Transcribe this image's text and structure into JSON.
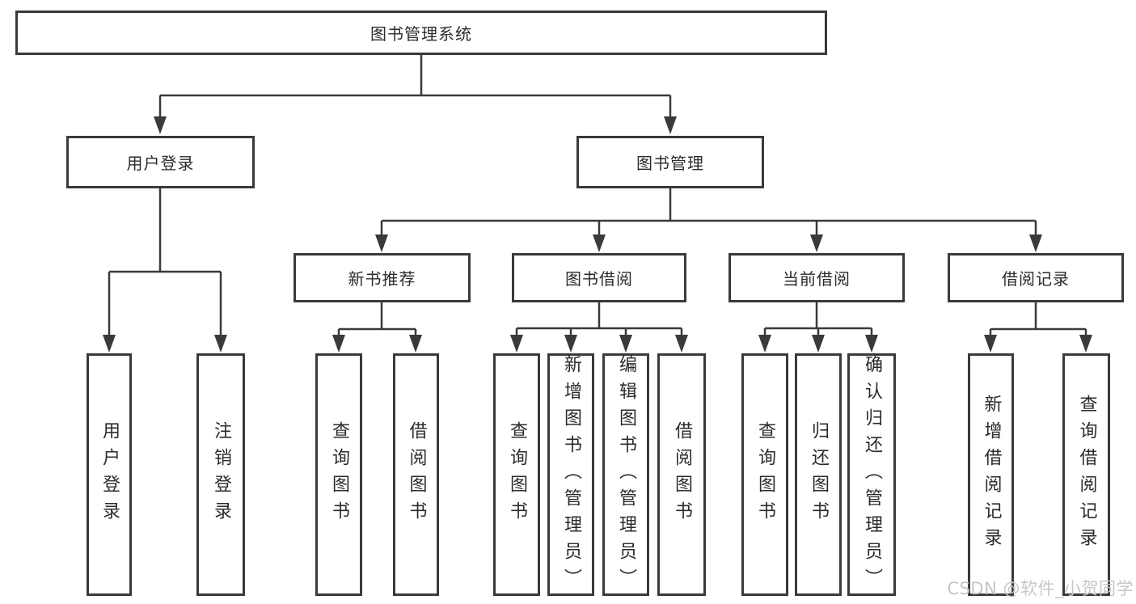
{
  "diagram_title": "图书管理系统",
  "tree": {
    "label": "图书管理系统",
    "children": [
      {
        "label": "用户登录",
        "children": [
          {
            "label": "用户登录"
          },
          {
            "label": "注销登录"
          }
        ]
      },
      {
        "label": "图书管理",
        "children": [
          {
            "label": "新书推荐",
            "children": [
              {
                "label": "查询图书"
              },
              {
                "label": "借阅图书"
              }
            ]
          },
          {
            "label": "图书借阅",
            "children": [
              {
                "label": "查询图书"
              },
              {
                "label": "新增图书（管理员）"
              },
              {
                "label": "编辑图书（管理员）"
              },
              {
                "label": "借阅图书"
              }
            ]
          },
          {
            "label": "当前借阅",
            "children": [
              {
                "label": "查询图书"
              },
              {
                "label": "归还图书"
              },
              {
                "label": "确认归还（管理员）"
              }
            ]
          },
          {
            "label": "借阅记录",
            "children": [
              {
                "label": "新增借阅记录"
              },
              {
                "label": "查询借阅记录"
              }
            ]
          }
        ]
      }
    ]
  },
  "watermark": "CSDN @软件_小贺同学",
  "colors": {
    "line": "#3a3a3a",
    "text": "#2b2b2b",
    "watermark": "#c7c7c7",
    "background": "#ffffff"
  }
}
